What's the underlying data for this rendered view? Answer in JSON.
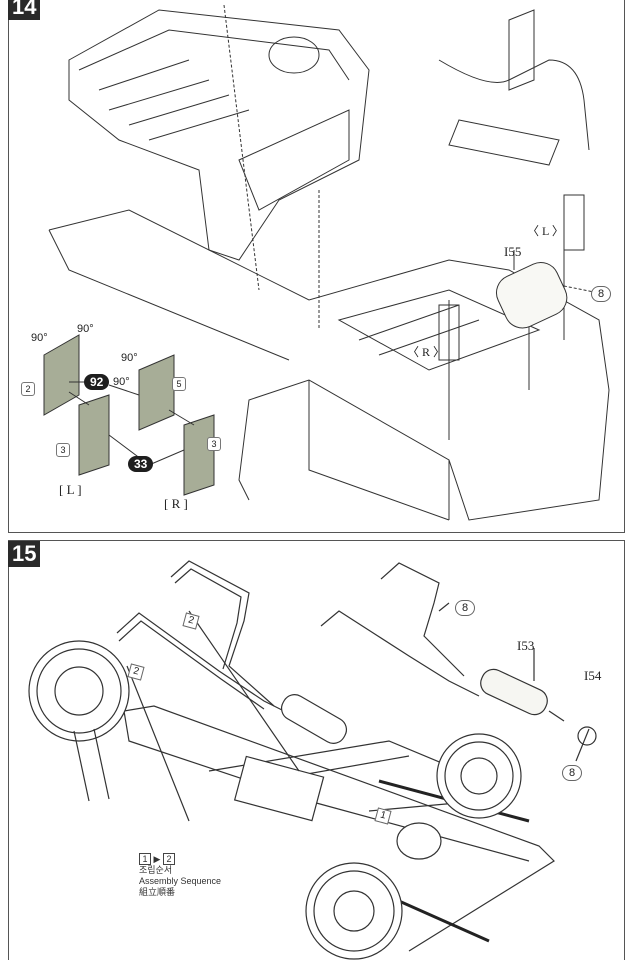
{
  "steps": [
    {
      "number": "14",
      "callouts": {
        "part_I55": "I55",
        "paint_8": "8",
        "left_tag_top": "〈 L 〉",
        "right_tag_mid": "〈 R 〉",
        "detail_L": "[ L ]",
        "detail_R": "[ R ]",
        "color_92": "92",
        "color_33": "33",
        "hex_2": "2",
        "hex_3a": "3",
        "hex_5": "5",
        "hex_3b": "3",
        "deg_a": "90°",
        "deg_b": "90°",
        "deg_c": "90°",
        "deg_d": "90°"
      }
    },
    {
      "number": "15",
      "callouts": {
        "part_I53": "I53",
        "part_I54": "I54",
        "paint_8_top": "8",
        "paint_8_bottom": "8",
        "num_2a": "2",
        "num_2b": "2",
        "num_1": "1"
      },
      "sequence": {
        "from": "1",
        "arrow": "▶",
        "to": "2",
        "korean": "조립순서",
        "english": "Assembly Sequence",
        "japanese": "組立順番"
      }
    }
  ],
  "colors": {
    "step_badge": "#2a2a2a",
    "line": "#333333",
    "panel_fill": "#a7ad97"
  }
}
